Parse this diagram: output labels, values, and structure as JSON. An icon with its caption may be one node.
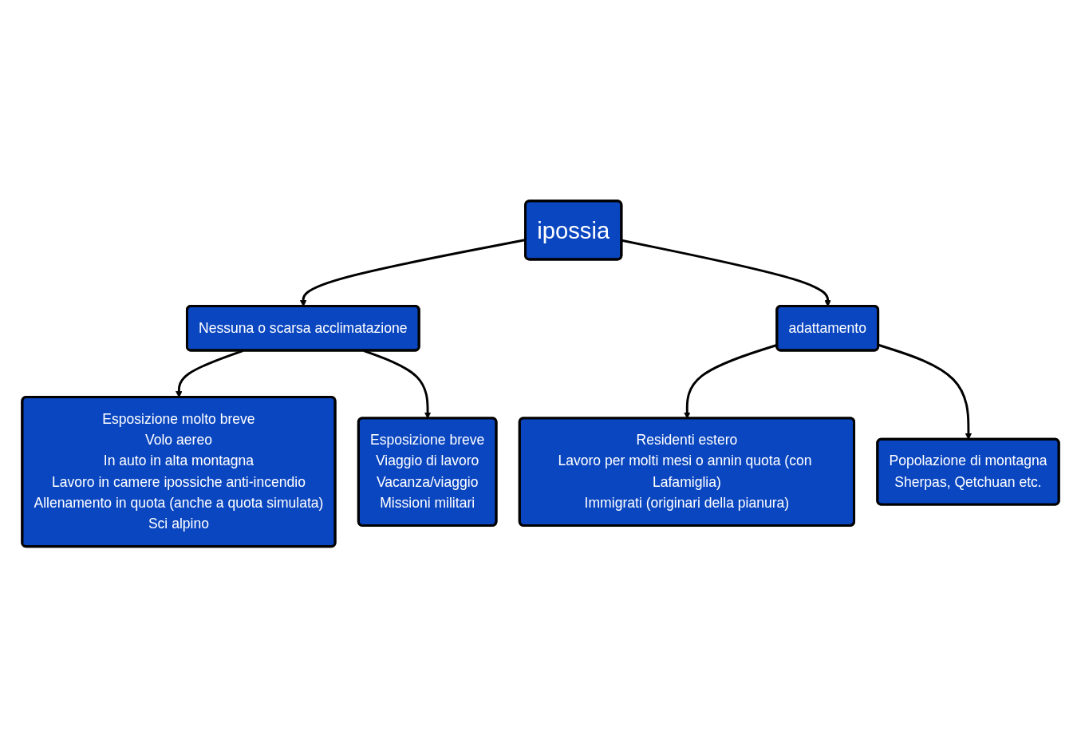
{
  "diagram": {
    "nodes": [
      {
        "text": [
          "ipossia"
        ]
      },
      {
        "text": [
          "Nessuna o scarsa acclimatazione"
        ]
      },
      {
        "text": [
          "adattamento"
        ]
      },
      {
        "text": [
          "Esposizione molto breve",
          "Volo aereo",
          "In auto in alta montagna",
          "Lavoro in camere ipossiche anti-incendio",
          "Allenamento in quota (anche a quota simulata)",
          "Sci alpino"
        ]
      },
      {
        "text": [
          "Esposizione breve",
          "Viaggio di lavoro",
          "Vacanza/viaggio",
          "Missioni militari"
        ]
      },
      {
        "text": [
          "Residenti estero",
          "Lavoro per molti mesi o annin quota (con Lafamiglia)",
          "Immigrati (originari della pianura)"
        ]
      },
      {
        "text": [
          "Popolazione di montagna",
          "Sherpas, Qetchuan etc."
        ]
      }
    ],
    "edges": [
      {
        "from": 0,
        "to": 1,
        "arrow": "to"
      },
      {
        "from": 0,
        "to": 2,
        "arrow": "to"
      },
      {
        "from": 1,
        "to": 3,
        "arrow": "to"
      },
      {
        "from": 1,
        "to": 4,
        "arrow": "to"
      },
      {
        "from": 2,
        "to": 5,
        "arrow": "to"
      },
      {
        "from": 2,
        "to": 6,
        "arrow": "to"
      }
    ]
  }
}
